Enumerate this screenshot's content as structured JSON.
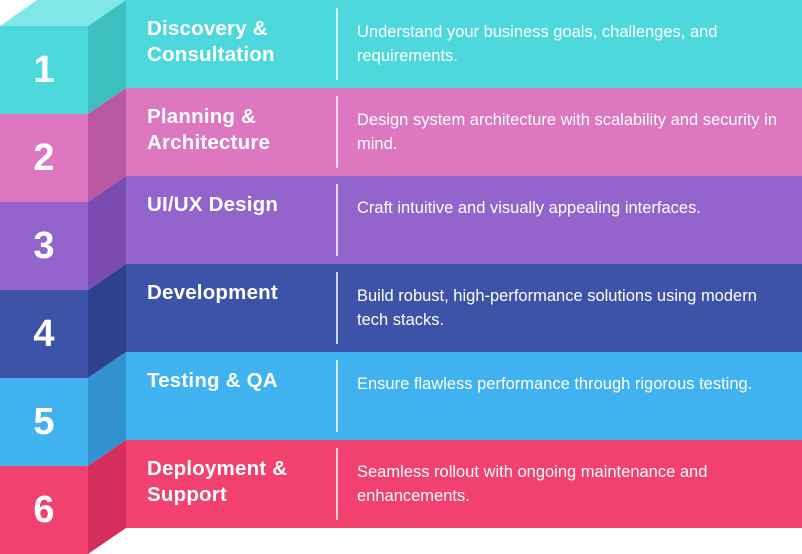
{
  "steps": [
    {
      "number": "1",
      "title": "Discovery & Consultation",
      "description": "Understand your business goals, challenges, and requirements.",
      "color": "#4DD9DB",
      "side": "#3DBFC0",
      "cap": "#80E7E7"
    },
    {
      "number": "2",
      "title": "Planning & Architecture",
      "description": "Design system architecture with scalability and security in mind.",
      "color": "#DC77C0",
      "side": "#B957A3"
    },
    {
      "number": "3",
      "title": "UI/UX Design",
      "description": "Craft intuitive and visually appealing interfaces.",
      "color": "#9264CC",
      "side": "#7A4BB0"
    },
    {
      "number": "4",
      "title": "Development",
      "description": "Build robust, high-performance solutions using modern tech stacks.",
      "color": "#3D53A8",
      "side": "#2E418F"
    },
    {
      "number": "5",
      "title": "Testing & QA",
      "description": "Ensure flawless performance through rigorous testing.",
      "color": "#40B2F0",
      "side": "#3192CF"
    },
    {
      "number": "6",
      "title": "Deployment & Support",
      "description": "Seamless rollout with ongoing maintenance and enhancements.",
      "color": "#F3416F",
      "side": "#D62E5A"
    }
  ]
}
